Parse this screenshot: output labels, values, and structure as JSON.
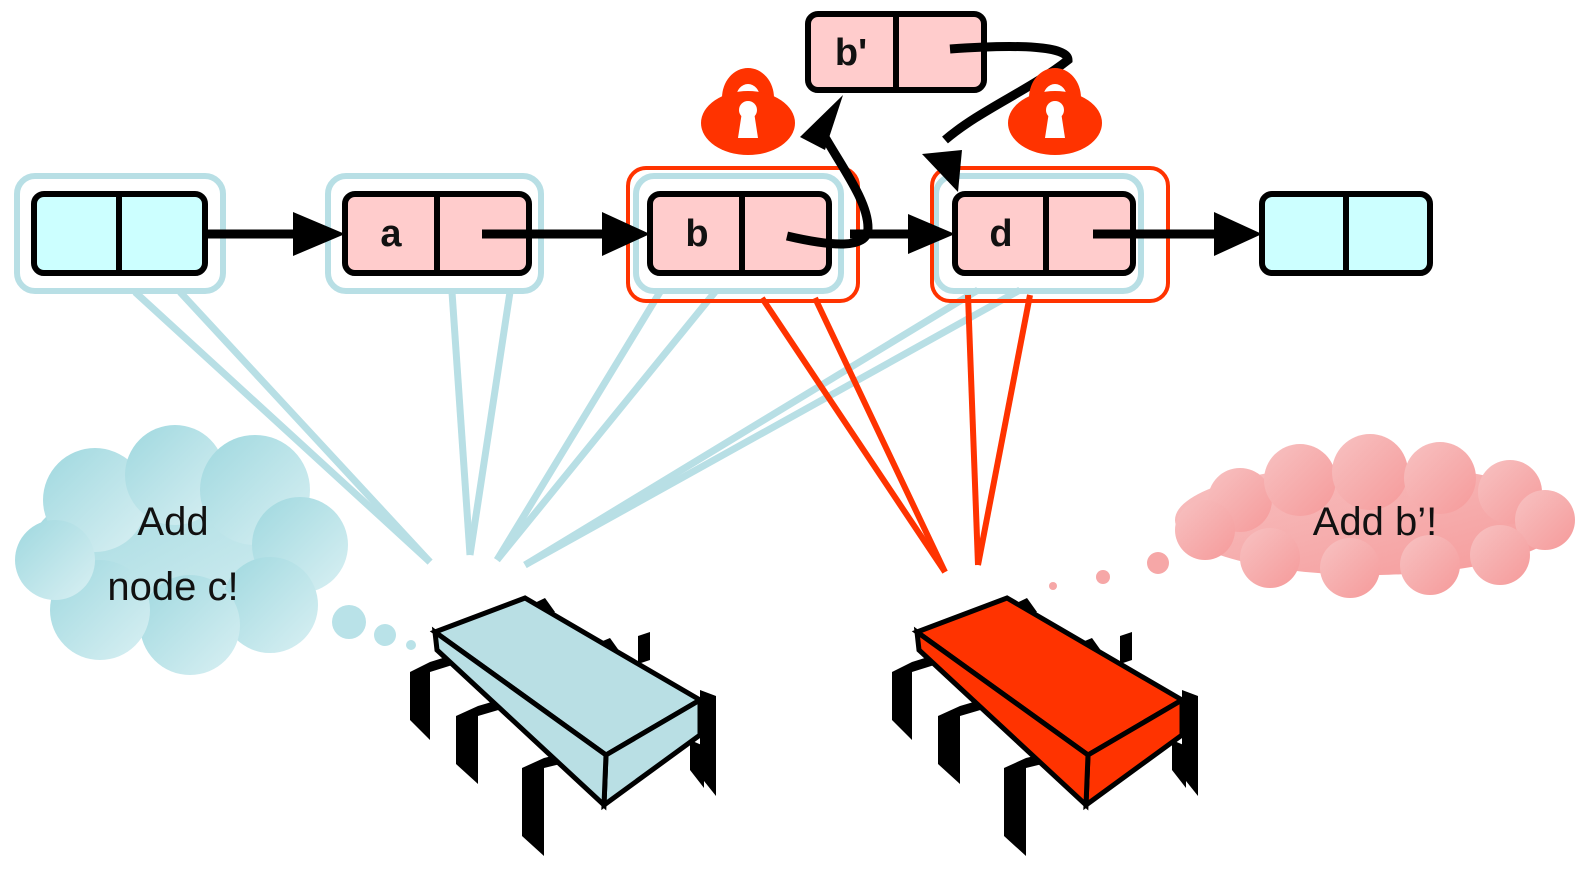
{
  "nodes": {
    "head": {
      "label": ""
    },
    "a": {
      "label": "a"
    },
    "b": {
      "label": "b"
    },
    "d": {
      "label": "d"
    },
    "tail": {
      "label": ""
    },
    "b_prime": {
      "label": "b'"
    }
  },
  "threads": {
    "blue": {
      "thought_line1": "Add",
      "thought_line2": "node c!"
    },
    "red": {
      "thought": "Add b’!"
    }
  },
  "colors": {
    "sentinel_fill": "#ccffff",
    "node_fill": "#ffcccc",
    "blue_thread": "#b8dfe5",
    "blue_cloud": "#a9dde3",
    "red_thread": "#ff3300",
    "red_cloud": "#f8a6a6",
    "lock": "#ff3300"
  },
  "icons": {
    "locks": [
      "lock-icon",
      "lock-icon"
    ],
    "processors": [
      "processor-chip-icon",
      "processor-chip-icon"
    ]
  }
}
